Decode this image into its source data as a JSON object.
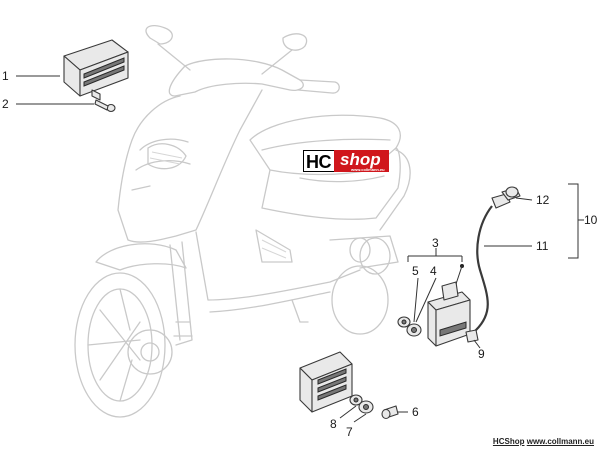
{
  "watermark": {
    "brand": "HC",
    "word": "shop",
    "site": "www.collmann.eu"
  },
  "footer": {
    "brand": "HCShop",
    "url": "www.collmann.eu"
  },
  "callouts": [
    {
      "id": "c1",
      "text": "1"
    },
    {
      "id": "c2",
      "text": "2"
    },
    {
      "id": "c3",
      "text": "3"
    },
    {
      "id": "c4",
      "text": "4"
    },
    {
      "id": "c5",
      "text": "5"
    },
    {
      "id": "c6",
      "text": "6"
    },
    {
      "id": "c7",
      "text": "7"
    },
    {
      "id": "c8",
      "text": "8"
    },
    {
      "id": "c9",
      "text": "9"
    },
    {
      "id": "c10",
      "text": "10"
    },
    {
      "id": "c11",
      "text": "11"
    },
    {
      "id": "c12",
      "text": "12"
    }
  ]
}
